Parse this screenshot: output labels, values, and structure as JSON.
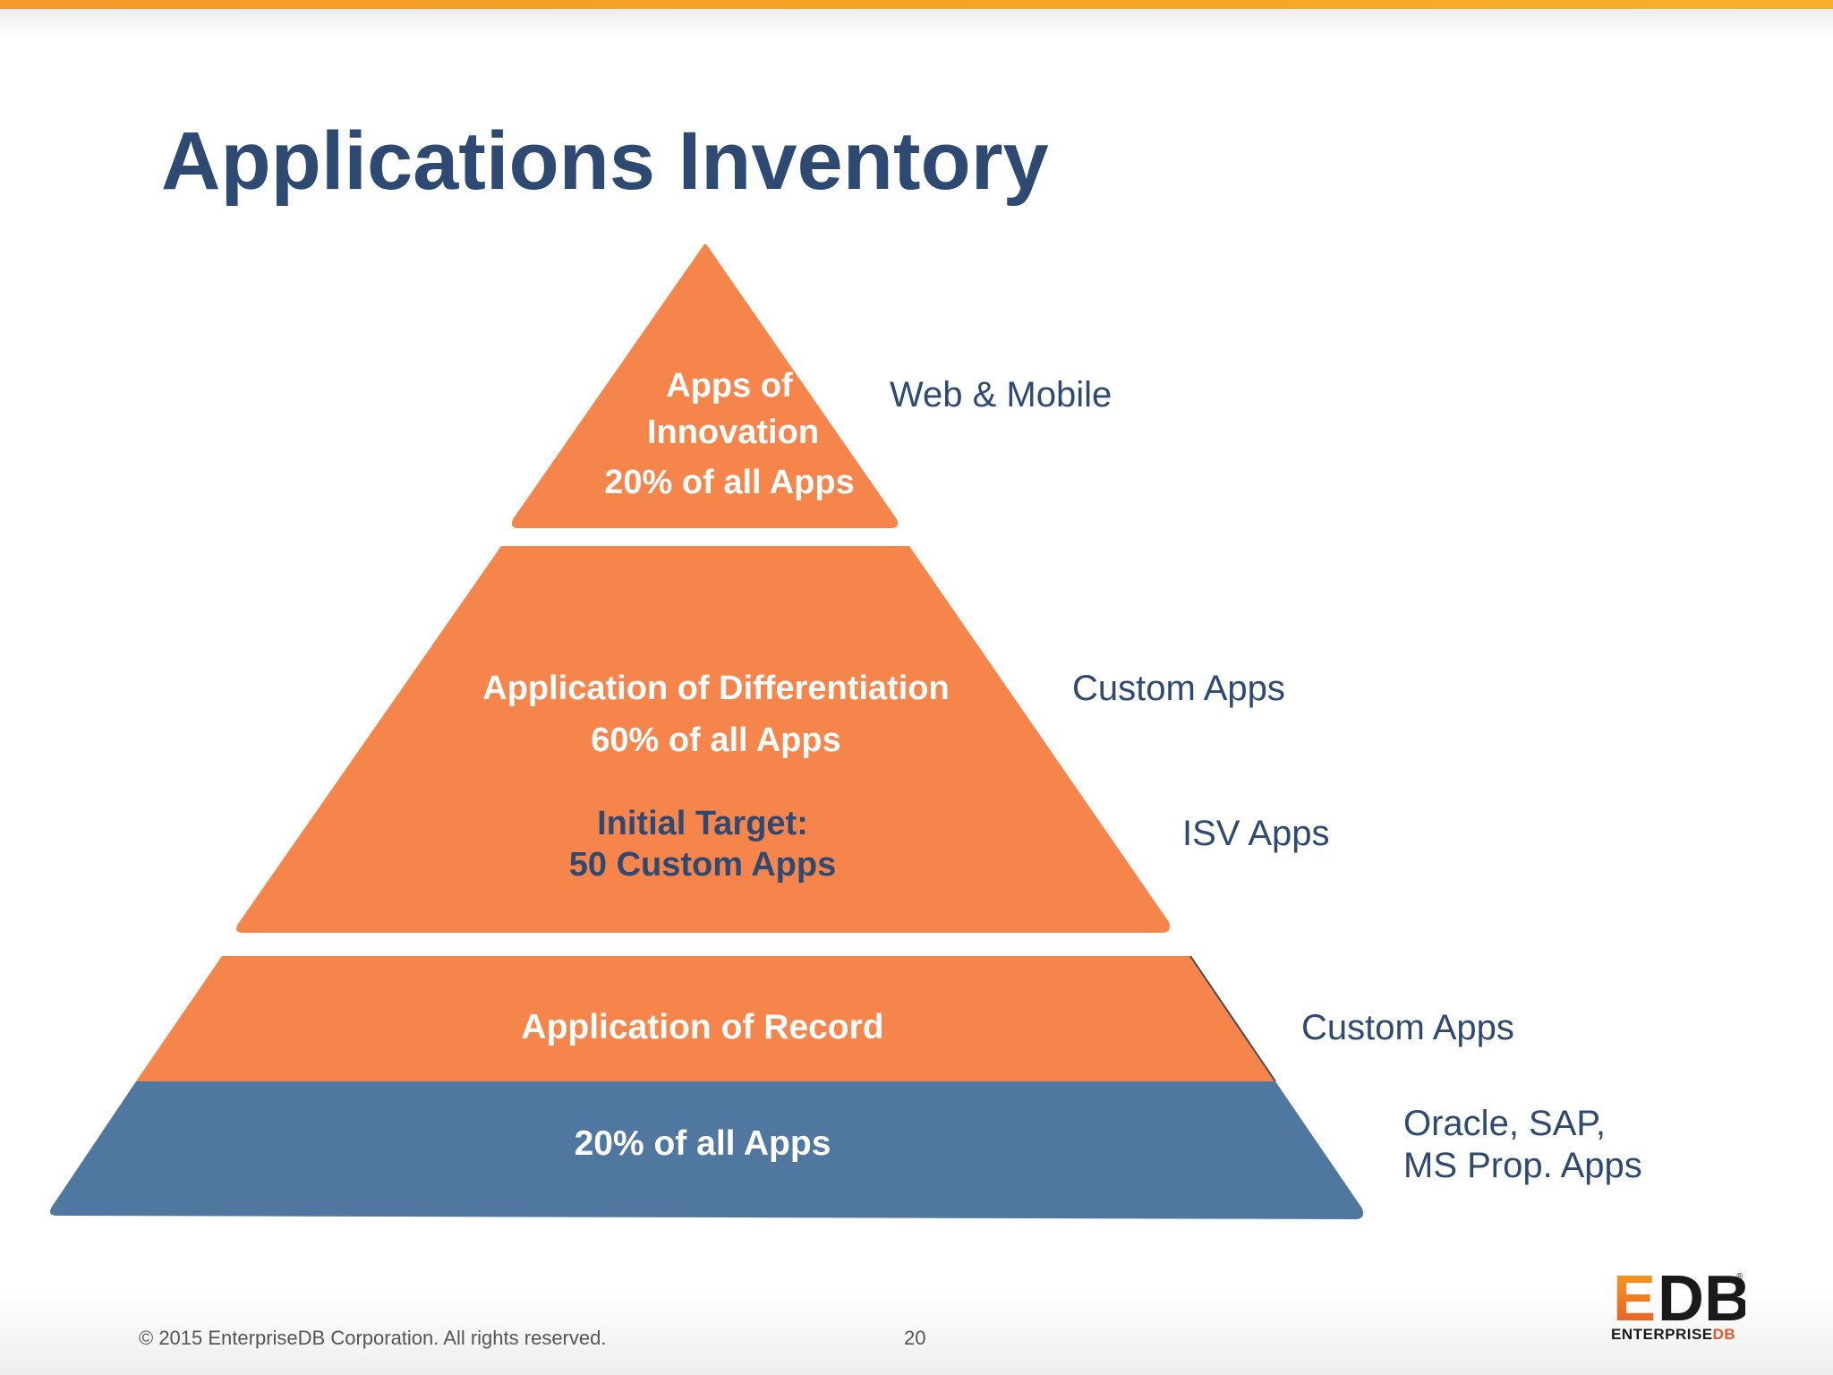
{
  "slide": {
    "title": "Applications Inventory",
    "footer_copyright": "© 2015 EnterpriseDB Corporation. All rights reserved.",
    "page_number": "20"
  },
  "pyramid": {
    "colors": {
      "orange": "#f5854b",
      "blue": "#4f77a0",
      "title": "#2e4a72"
    },
    "top": {
      "line1": "Apps of",
      "line2": "Innovation",
      "line3": "20% of all Apps"
    },
    "middle": {
      "line1": "Application of Differentiation",
      "line2": "60% of all Apps",
      "target_line1": "Initial Target:",
      "target_line2": "50 Custom Apps"
    },
    "bottom_orange": {
      "label": "Application of Record"
    },
    "bottom_blue": {
      "label": "20% of all Apps"
    }
  },
  "side_labels": {
    "web_mobile": "Web & Mobile",
    "custom_apps_1": "Custom Apps",
    "isv_apps": "ISV Apps",
    "custom_apps_2": "Custom Apps",
    "oracle_line1": "Oracle, SAP,",
    "oracle_line2": "MS Prop. Apps"
  },
  "logo": {
    "mark": "EDB",
    "registered": "®",
    "word_main": "ENTERPRISE",
    "word_accent": "DB"
  }
}
